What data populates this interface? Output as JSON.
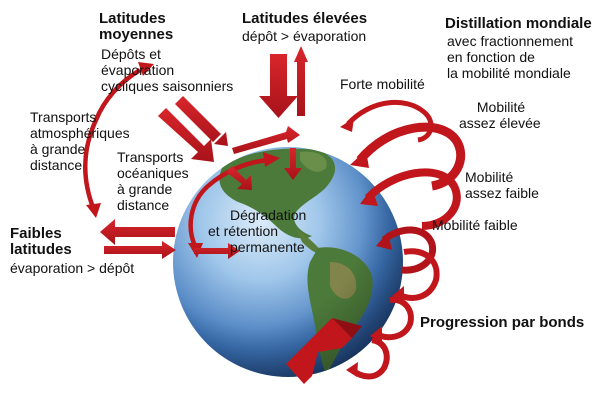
{
  "labels": {
    "lat_moy_title_1": "Latitudes",
    "lat_moy_title_2": "moyennes",
    "lat_moy_sub_1": "Dépôts et",
    "lat_moy_sub_2": "évaporation",
    "lat_moy_sub_3": "cycliques saisonniers",
    "lat_elev_title": "Latitudes élevées",
    "lat_elev_sub": "dépôt > évaporation",
    "distill_title": "Distillation mondiale",
    "distill_sub_1": "avec fractionnement",
    "distill_sub_2": "en fonction de",
    "distill_sub_3": "la mobilité mondiale",
    "forte_mobilite": "Forte mobilité",
    "mob_elevee_1": "Mobilité",
    "mob_elevee_2": "assez élevée",
    "mob_faible_1": "Mobilité",
    "mob_faible_2": "assez faible",
    "mobilite_faible": "Mobilité faible",
    "transport_atm_1": "Transports",
    "transport_atm_2": "atmosphériques",
    "transport_atm_3": "à grande",
    "transport_atm_4": "distance",
    "transport_oce_1": "Transports",
    "transport_oce_2": "océaniques",
    "transport_oce_3": "à grande",
    "transport_oce_4": "distance",
    "degradation_1": "Dégradation",
    "degradation_2": "et rétention",
    "degradation_3": "permanente",
    "faibles_lat_1": "Faibles",
    "faibles_lat_2": "latitudes",
    "faibles_lat_sub": "évaporation > dépôt",
    "progression": "Progression par bonds"
  },
  "colors": {
    "arrow_red": "#c0161c",
    "arrow_dark": "#9e0f14",
    "ocean_light": "#9fc6ea",
    "ocean_dark": "#1f4f8f",
    "land_green": "#4c7a3a",
    "land_tan": "#9a8a52"
  }
}
